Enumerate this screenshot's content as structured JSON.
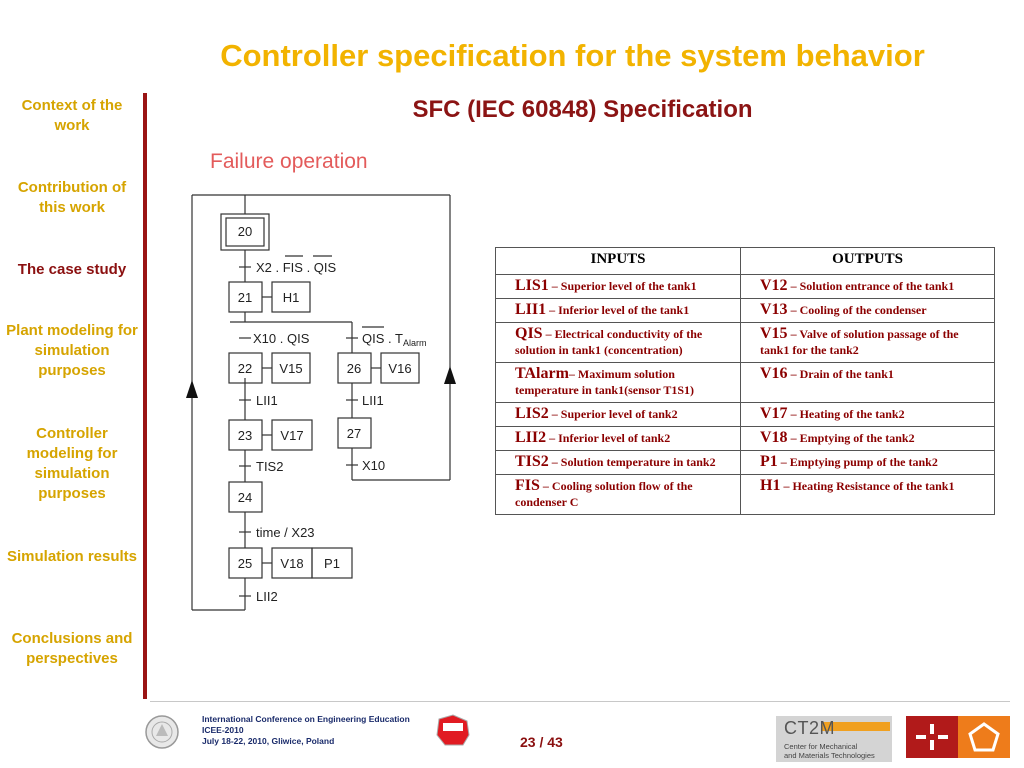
{
  "title": "Controller specification for the system behavior",
  "subtitle": "SFC (IEC 60848) Specification",
  "section_label": "Failure operation",
  "sidebar": {
    "items": [
      {
        "label": "Context of the work",
        "active": false
      },
      {
        "label": "Contribution of this work",
        "active": false
      },
      {
        "label": "The case study",
        "active": true
      },
      {
        "label": "Plant modeling for simulation purposes",
        "active": false
      },
      {
        "label": "Controller modeling for simulation purposes",
        "active": false
      },
      {
        "label": "Simulation results",
        "active": false
      },
      {
        "label": "Conclusions and perspectives",
        "active": false
      }
    ]
  },
  "sfc": {
    "steps": {
      "s20": "20",
      "s21": "21",
      "s22": "22",
      "s23": "23",
      "s24": "24",
      "s25": "25",
      "s26": "26",
      "s27": "27"
    },
    "actions": {
      "a21": "H1",
      "a22": "V15",
      "a23": "V17",
      "a25a": "V18",
      "a25b": "P1",
      "a26": "V16"
    },
    "transitions": {
      "t20": "X2 . FIS . QIS",
      "t21a": "X10 . QIS",
      "t21b": "QIS . T",
      "t21b_sub": "Alarm",
      "t22": "LII1",
      "t23": "TIS2",
      "t24": "time / X23",
      "t25": "LII2",
      "t26": "LII1",
      "t27": "X10"
    }
  },
  "table": {
    "headers": [
      "INPUTS",
      "OUTPUTS"
    ],
    "rows": [
      {
        "in_key": "LIS1",
        "in_desc": " – Superior level of the tank1",
        "out_key": "V12",
        "out_desc": " – Solution entrance of the tank1"
      },
      {
        "in_key": "LII1",
        "in_desc": " –  Inferior level of the tank1",
        "out_key": "V13",
        "out_desc": " – Cooling of the condenser"
      },
      {
        "in_key": "QIS",
        "in_desc": " – Electrical conductivity of the solution in tank1 (concentration)",
        "out_key": "V15",
        "out_desc": " – Valve of solution passage of the tank1 for the tank2"
      },
      {
        "in_key": "TAlarm",
        "in_desc": "– Maximum solution temperature in tank1(sensor T1S1)",
        "out_key": "V16",
        "out_desc": " – Drain of the tank1"
      },
      {
        "in_key": "LIS2",
        "in_desc": " – Superior level of tank2",
        "out_key": "V17",
        "out_desc": " – Heating of the tank2"
      },
      {
        "in_key": "LII2",
        "in_desc": " – Inferior level of tank2",
        "out_key": "V18",
        "out_desc": " – Emptying of the tank2"
      },
      {
        "in_key": "TIS2",
        "in_desc": " – Solution temperature in tank2",
        "out_key": "P1",
        "out_desc": " – Emptying pump of the tank2"
      },
      {
        "in_key": "FIS",
        "in_desc": " – Cooling solution flow of the condenser C",
        "out_key": "H1",
        "out_desc": " – Heating Resistance of the tank1"
      }
    ]
  },
  "footer": {
    "conference_lines": [
      "International Conference on Engineering Education",
      "ICEE-2010",
      "July 18-22, 2010, Gliwice, Poland"
    ],
    "page": "23 / 43",
    "ct2m_logo": "CT2M",
    "ct2m_sub": [
      "Center for Mechanical",
      "and Materials Technologies"
    ]
  },
  "colors": {
    "title": "#f2b300",
    "subtitle": "#8b1414",
    "section": "#e35b5b",
    "nav": "#d6a400",
    "nav_active": "#8b1010",
    "accent_bar": "#9a1414"
  }
}
